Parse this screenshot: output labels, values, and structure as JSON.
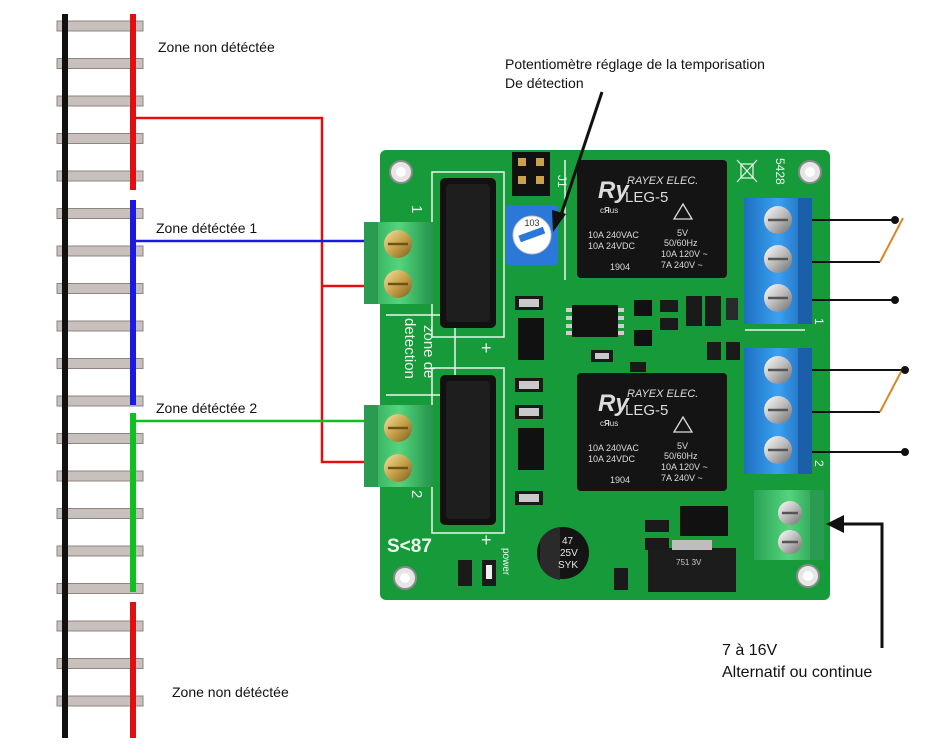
{
  "labels": {
    "zone_top": "Zone non détéctée",
    "zone_bottom": "Zone non détéctée",
    "zone1": "Zone détéctée 1",
    "zone2": "Zone détéctée 2",
    "pot_line1": "Potentiomètre réglage de la temporisation",
    "pot_line2": "De détection",
    "power_line1": "7 à 16V",
    "power_line2": "Alternatif ou continue"
  },
  "board": {
    "model": "S<87",
    "code": "5428",
    "zone_label_line1": "zone de",
    "zone_label_line2": "detection",
    "power_label": "power",
    "pot_code": "103",
    "jumper_label": "J1",
    "plus_1": "+",
    "plus_2": "+",
    "num_1": "1",
    "num_2": "2",
    "relay_num_1": "1",
    "relay_num_2": "2",
    "cap_line1": "47",
    "cap_line2": "25V",
    "cap_line3": "SYK",
    "reg_text": "751 3V"
  },
  "relays": [
    {
      "brand": "RAYEX ELEC.",
      "model": "LEG-5",
      "spec_left_1": "10A 240VAC",
      "spec_left_2": "10A  24VDC",
      "spec_right_1": "5V",
      "spec_right_2": "50/60Hz",
      "spec_right_3": "10A 120V ~",
      "spec_right_4": "7A 240V ~",
      "lot": "1904"
    },
    {
      "brand": "RAYEX ELEC.",
      "model": "LEG-5",
      "spec_left_1": "10A 240VAC",
      "spec_left_2": "10A  24VDC",
      "spec_right_1": "5V",
      "spec_right_2": "50/60Hz",
      "spec_right_3": "10A 120V ~",
      "spec_right_4": "7A 240V ~",
      "lot": "1904"
    }
  ],
  "colors": {
    "pcb": "#169a3a",
    "rail_left": "#111111",
    "rail_red": "#e01010",
    "rail_blue": "#1a1ae0",
    "rail_green": "#10c020",
    "tie": "#c8c0bd",
    "terminal_green": "#3ec46a",
    "terminal_blue": "#2a8fe0",
    "relay_body": "#141414",
    "brass": "#c9a24a"
  }
}
